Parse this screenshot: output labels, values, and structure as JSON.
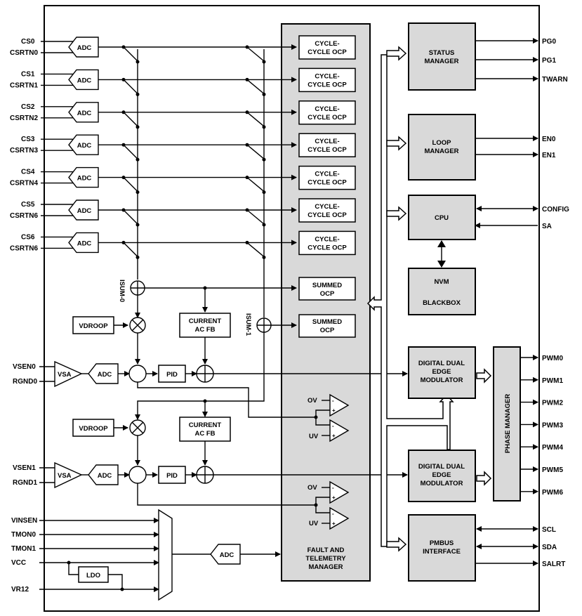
{
  "inputs_left": {
    "cs": [
      {
        "cs": "CS0",
        "rtn": "CSRTN0"
      },
      {
        "cs": "CS1",
        "rtn": "CSRTN1"
      },
      {
        "cs": "CS2",
        "rtn": "CSRTN2"
      },
      {
        "cs": "CS3",
        "rtn": "CSRTN3"
      },
      {
        "cs": "CS4",
        "rtn": "CSRTN4"
      },
      {
        "cs": "CS5",
        "rtn": "CSRTN6"
      },
      {
        "cs": "CS6",
        "rtn": "CSRTN6"
      }
    ],
    "vsen0": "VSEN0",
    "rgnd0": "RGND0",
    "vsen1": "VSEN1",
    "rgnd1": "RGND1",
    "vinsen": "VINSEN",
    "tmon0": "TMON0",
    "tmon1": "TMON1",
    "vcc": "VCC",
    "vr12": "VR12"
  },
  "labels": {
    "adc": "ADC",
    "vsa": "VSA",
    "vdroop": "VDROOP",
    "pid": "PID",
    "ldo": "LDO",
    "isum0": "ISUM-0",
    "isum1": "ISUM-1",
    "current_ac_fb": [
      "CURRENT",
      "AC FB"
    ],
    "cycle_ocp": [
      "CYCLE-",
      "CYCLE OCP"
    ],
    "summed_ocp": [
      "SUMMED",
      "OCP"
    ],
    "ov": "OV",
    "uv": "UV",
    "fault": [
      "FAULT AND",
      "TELEMETRY",
      "MANAGER"
    ]
  },
  "blocks": {
    "status": [
      "STATUS",
      "MANAGER"
    ],
    "loop": [
      "LOOP",
      "MANAGER"
    ],
    "cpu": [
      "CPU"
    ],
    "nvm": [
      "NVM"
    ],
    "blackbox": [
      "BLACKBOX"
    ],
    "ddem": [
      "DIGITAL DUAL",
      "EDGE",
      "MODULATOR"
    ],
    "phase": "PHASE MANAGER",
    "pmbus": [
      "PMBUS",
      "INTERFACE"
    ]
  },
  "outputs_right": {
    "status": [
      "PG0",
      "PG1",
      "TWARN"
    ],
    "loop": [
      "EN0",
      "EN1"
    ],
    "cpu": [
      "CONFIG",
      "SA"
    ],
    "pwm": [
      "PWM0",
      "PWM1",
      "PWM2",
      "PWM3",
      "PWM4",
      "PWM5",
      "PWM6"
    ],
    "pmbus": [
      "SCL",
      "SDA",
      "SALRT"
    ]
  }
}
